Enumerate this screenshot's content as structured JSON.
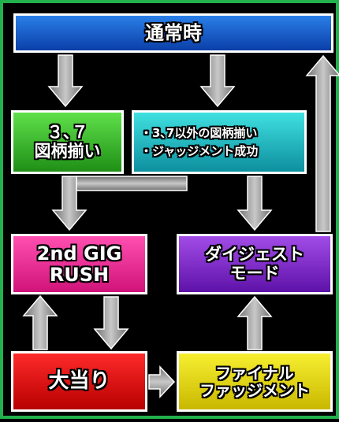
{
  "nodes": {
    "normal": "通常時",
    "win37": [
      "３､７",
      "図柄揃い"
    ],
    "conditions": [
      "・3､7以外の図柄揃い",
      "・ジャッジメント成功"
    ],
    "rush": [
      "2nd GIG",
      "RUSH"
    ],
    "digest": [
      "ダイジェスト",
      "モード"
    ],
    "hit": "大当り",
    "final": [
      "ファイナル",
      "ファッジメント"
    ]
  },
  "colors": {
    "frame": "#22b14c",
    "arrow": "#8c8c8c",
    "normal": "#1a5fd0",
    "win37": "#3fbf2a",
    "conditions": "#1fb8c4",
    "rush": "#ea2f96",
    "digest": "#7b2cc8",
    "hit": "#e00a0a",
    "final": "#e8dc14"
  }
}
